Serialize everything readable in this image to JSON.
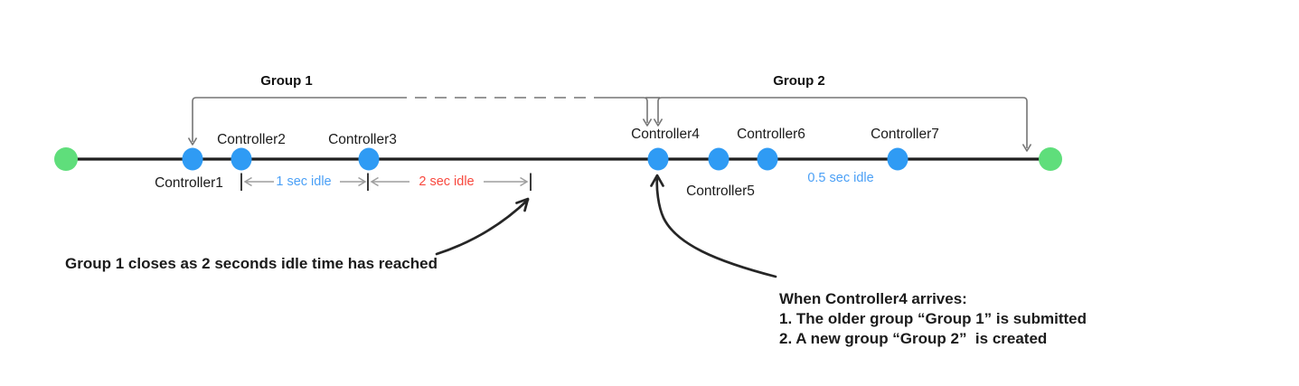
{
  "timeline": {
    "groups": [
      {
        "label": "Group 1"
      },
      {
        "label": "Group 2"
      }
    ],
    "controllers": [
      {
        "label": "Controller1"
      },
      {
        "label": "Controller2"
      },
      {
        "label": "Controller3"
      },
      {
        "label": "Controller4"
      },
      {
        "label": "Controller5"
      },
      {
        "label": "Controller6"
      },
      {
        "label": "Controller7"
      }
    ],
    "idle_labels": [
      {
        "text": "1 sec idle",
        "color": "#4BA0F6"
      },
      {
        "text": "2 sec idle",
        "color": "#F8483E"
      },
      {
        "text": "0.5 sec idle",
        "color": "#4BA0F6"
      }
    ]
  },
  "annotations": {
    "group1_close_note": "Group 1 closes as 2 seconds idle time has reached",
    "controller4_note": {
      "line1": "When Controller4 arrives:",
      "line2": "1. The older group “Group 1” is submitted",
      "line3": "2. A new group “Group 2”  is created"
    }
  },
  "colors": {
    "node_blue": "#2F9BF4",
    "endpoint_green": "#5FDE7B",
    "timeline_black": "#1F1F1F",
    "bracket_gray": "#757575",
    "measure_gray": "#9E9E9E",
    "tick_dark": "#3C3C3C",
    "idle_blue": "#4BA0F6",
    "idle_red": "#F8483E",
    "annotation_black": "#262626",
    "text_black": "#1B1B1B"
  }
}
